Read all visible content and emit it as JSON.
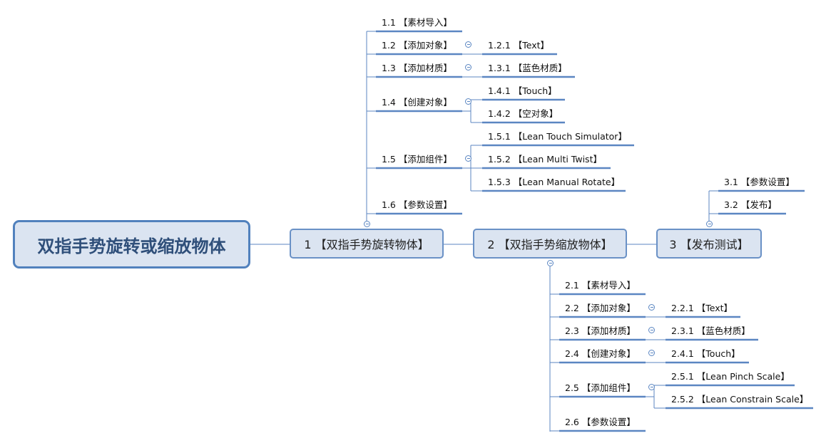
{
  "root": {
    "label": "双指手势旋转或缩放物体"
  },
  "branches": [
    {
      "label": "1 【双指手势旋转物体】",
      "children": [
        {
          "label": "1.1 【素材导入】",
          "children": []
        },
        {
          "label": "1.2 【添加对象】",
          "children": [
            {
              "label": "1.2.1 【Text】"
            }
          ]
        },
        {
          "label": "1.3 【添加材质】",
          "children": [
            {
              "label": "1.3.1 【蓝色材质】"
            }
          ]
        },
        {
          "label": "1.4 【创建对象】",
          "children": [
            {
              "label": "1.4.1 【Touch】"
            },
            {
              "label": "1.4.2 【空对象】"
            }
          ]
        },
        {
          "label": "1.5 【添加组件】",
          "children": [
            {
              "label": "1.5.1 【Lean Touch Simulator】"
            },
            {
              "label": "1.5.2 【Lean Multi Twist】"
            },
            {
              "label": "1.5.3 【Lean Manual Rotate】"
            }
          ]
        },
        {
          "label": "1.6 【参数设置】",
          "children": []
        }
      ]
    },
    {
      "label": "2 【双指手势缩放物体】",
      "children": [
        {
          "label": "2.1 【素材导入】",
          "children": []
        },
        {
          "label": "2.2 【添加对象】",
          "children": [
            {
              "label": "2.2.1 【Text】"
            }
          ]
        },
        {
          "label": "2.3 【添加材质】",
          "children": [
            {
              "label": "2.3.1 【蓝色材质】"
            }
          ]
        },
        {
          "label": "2.4 【创建对象】",
          "children": [
            {
              "label": "2.4.1 【Touch】"
            }
          ]
        },
        {
          "label": "2.5 【添加组件】",
          "children": [
            {
              "label": "2.5.1 【Lean Pinch Scale】"
            },
            {
              "label": "2.5.2 【Lean Constrain Scale】"
            }
          ]
        },
        {
          "label": "2.6 【参数设置】",
          "children": []
        }
      ]
    },
    {
      "label": "3 【发布测试】",
      "children": [
        {
          "label": "3.1 【参数设置】",
          "children": []
        },
        {
          "label": "3.2 【发布】",
          "children": []
        }
      ]
    }
  ],
  "colors": {
    "line": "#5b86c2",
    "box_fill": "#dbe4f1",
    "root_border": "#5181bd",
    "text_dark": "#2f4f7a"
  },
  "icons": {
    "collapse": "collapse-toggle-icon"
  }
}
